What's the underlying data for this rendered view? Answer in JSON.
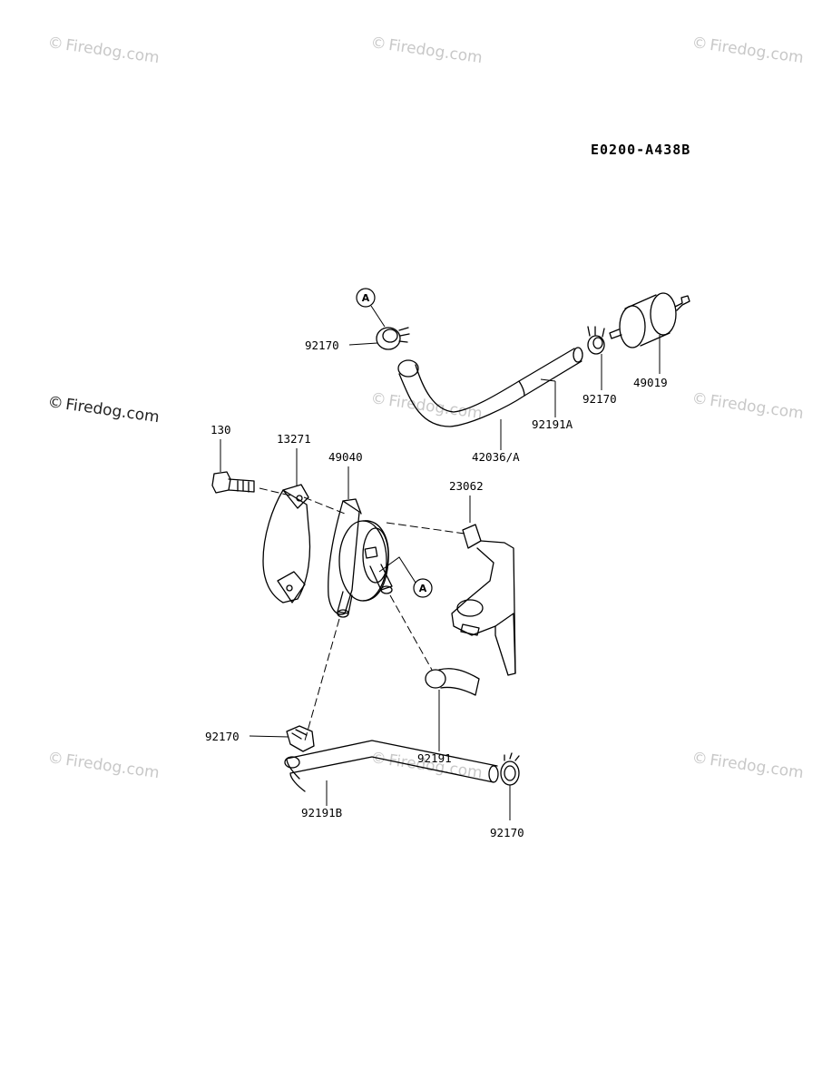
{
  "diagram": {
    "code": "E0200-A438B",
    "watermark": "Firedog.com",
    "watermark_mark": "©",
    "parts": {
      "clamp_a": "92170",
      "clamp_b": "92170",
      "clamp_c": "92170",
      "clamp_d": "92170",
      "filter": "49019",
      "hose_a": "92191A",
      "hose_assy": "42036/A",
      "bolt": "130",
      "gasket": "13271",
      "pump": "49040",
      "bracket": "23062",
      "hose": "92191",
      "hose_b": "92191B"
    },
    "ref_marks": {
      "top": "A",
      "pump": "A"
    }
  }
}
